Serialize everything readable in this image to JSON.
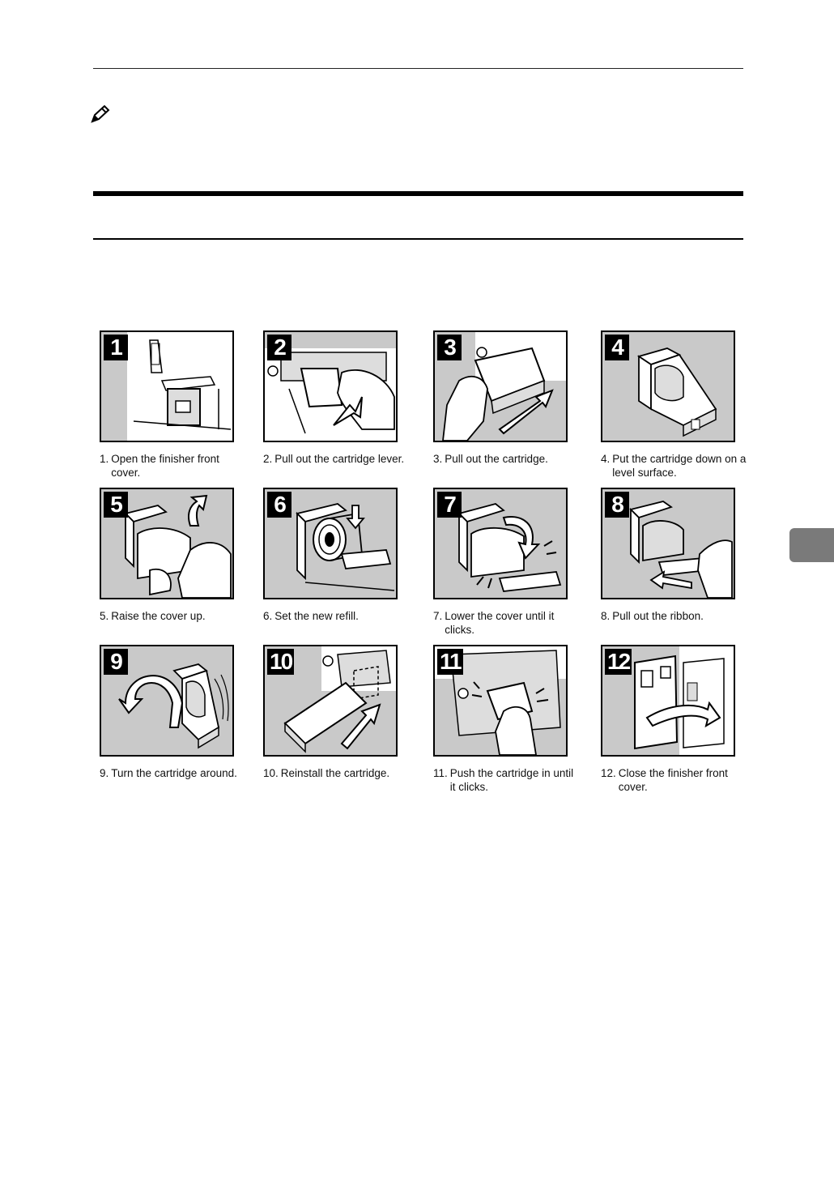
{
  "steps": [
    {
      "num": "1",
      "prefix": "1.",
      "text": "Open the finisher front cover."
    },
    {
      "num": "2",
      "prefix": "2.",
      "text": "Pull out the cartridge lever."
    },
    {
      "num": "3",
      "prefix": "3.",
      "text": "Pull out the cartridge."
    },
    {
      "num": "4",
      "prefix": "4.",
      "text": "Put the cartridge down on a level surface."
    },
    {
      "num": "5",
      "prefix": "5.",
      "text": "Raise the cover up."
    },
    {
      "num": "6",
      "prefix": "6.",
      "text": "Set the new refill."
    },
    {
      "num": "7",
      "prefix": "7.",
      "text": "Lower the cover until it clicks."
    },
    {
      "num": "8",
      "prefix": "8.",
      "text": "Pull out the ribbon."
    },
    {
      "num": "9",
      "prefix": "9.",
      "text": "Turn the cartridge around."
    },
    {
      "num": "10",
      "prefix": "10.",
      "text": "Reinstall the cartridge."
    },
    {
      "num": "11",
      "prefix": "11.",
      "text": "Push the cartridge in until it clicks."
    },
    {
      "num": "12",
      "prefix": "12.",
      "text": "Close the finisher front cover."
    }
  ]
}
